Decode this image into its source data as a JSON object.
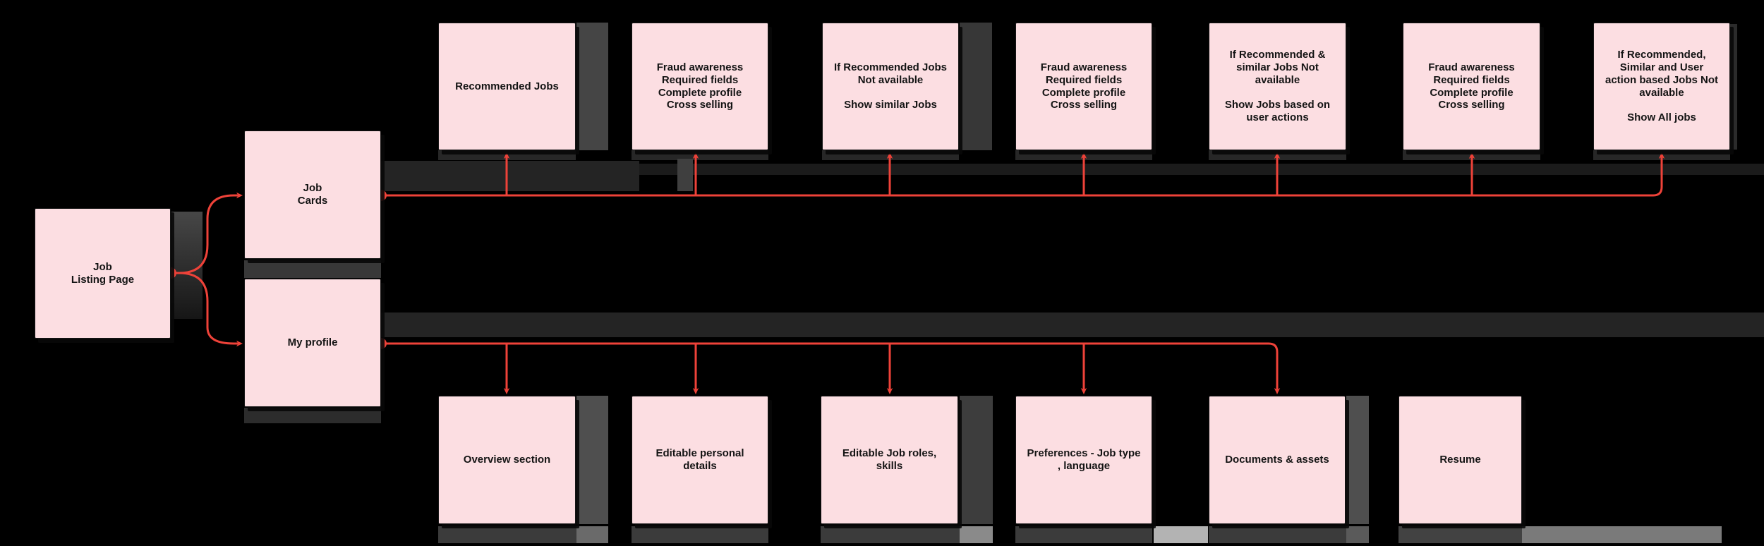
{
  "colors": {
    "background": "#000000",
    "node_fill": "#fcdee2",
    "node_text": "#141414",
    "connector": "#ee4239"
  },
  "nodes": {
    "job_listing_page": "Job\nListing Page",
    "job_cards": "Job\nCards",
    "my_profile": "My profile",
    "recommended_jobs": "Recommended Jobs",
    "fraud_awareness_1": "Fraud awareness\nRequired fields\nComplete profile\nCross selling",
    "if_recommended_not_available": "If Recommended Jobs\nNot available\n\nShow similar Jobs",
    "fraud_awareness_2": "Fraud awareness\nRequired fields\nComplete profile\nCross selling",
    "if_recommended_similar_not_available": "If Recommended &\nsimilar Jobs Not\navailable\n\nShow Jobs based on\nuser actions",
    "fraud_awareness_3": "Fraud awareness\nRequired fields\nComplete profile\nCross selling",
    "if_all_not_available": "If Recommended,\nSimilar and User\naction based Jobs Not\navailable\n\nShow All jobs",
    "overview_section": "Overview section",
    "editable_personal_details": "Editable personal\ndetails",
    "editable_job_roles": "Editable Job roles,\nskills",
    "preferences_job_type_language": "Preferences - Job type\n, language",
    "documents_assets": "Documents & assets",
    "resume": "Resume"
  },
  "edges": [
    {
      "from": "job_listing_page",
      "to": "job_cards"
    },
    {
      "from": "job_listing_page",
      "to": "my_profile"
    },
    {
      "from": "job_cards",
      "to": "recommended_jobs"
    },
    {
      "from": "job_cards",
      "to": "fraud_awareness_1"
    },
    {
      "from": "job_cards",
      "to": "if_recommended_not_available"
    },
    {
      "from": "job_cards",
      "to": "fraud_awareness_2"
    },
    {
      "from": "job_cards",
      "to": "if_recommended_similar_not_available"
    },
    {
      "from": "job_cards",
      "to": "fraud_awareness_3"
    },
    {
      "from": "job_cards",
      "to": "if_all_not_available"
    },
    {
      "from": "my_profile",
      "to": "overview_section"
    },
    {
      "from": "my_profile",
      "to": "editable_personal_details"
    },
    {
      "from": "my_profile",
      "to": "editable_job_roles"
    },
    {
      "from": "my_profile",
      "to": "preferences_job_type_language"
    },
    {
      "from": "my_profile",
      "to": "documents_assets"
    }
  ]
}
